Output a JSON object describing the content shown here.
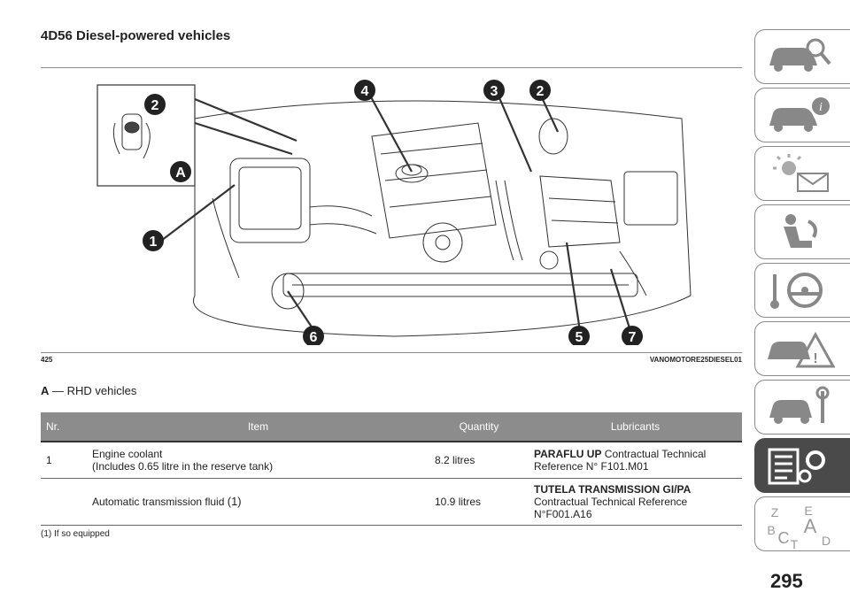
{
  "section_title": "4D56 Diesel-powered vehicles",
  "figure": {
    "callouts": [
      "1",
      "2",
      "3",
      "4",
      "5",
      "6",
      "7",
      "2"
    ],
    "inset_label": "A",
    "number": "425",
    "code": "VANOMOTORE25DIESEL01"
  },
  "note": {
    "key": "A",
    "dash": " — ",
    "text": "RHD vehicles"
  },
  "table": {
    "headers": {
      "nr": "Nr.",
      "item": "Item",
      "quantity": "Quantity",
      "lubricants": "Lubricants"
    },
    "rows": [
      {
        "nr": "1",
        "item_line1": "Engine coolant",
        "item_line2": "(Includes 0.65 litre in the reserve tank)",
        "quantity": "8.2 litres",
        "lubricant_name": "PARAFLU UP",
        "lubricant_ref": "Contractual Technical Reference N° F101.M01"
      },
      {
        "nr": "",
        "item_line1": "Automatic transmission fluid",
        "item_note": "(1)",
        "quantity": "10.9 litres",
        "lubricant_name": "TUTELA TRANSMISSION GI/PA",
        "lubricant_ref": "Contractual Technical Reference N°F001.A16"
      }
    ]
  },
  "footnote": "(1) If so equipped",
  "sidebar": {
    "tabs": [
      {
        "icon": "car-search-icon"
      },
      {
        "icon": "car-info-icon"
      },
      {
        "icon": "warning-light-icon"
      },
      {
        "icon": "airbag-seat-icon"
      },
      {
        "icon": "steering-key-icon"
      },
      {
        "icon": "car-warning-triangle-icon"
      },
      {
        "icon": "car-service-icon"
      },
      {
        "icon": "specs-gear-icon",
        "active": true
      },
      {
        "icon": "alphabet-index-icon"
      }
    ],
    "index_letters": [
      "Z",
      "E",
      "B",
      "A",
      "C",
      "T",
      "D"
    ]
  },
  "page_number": "295"
}
